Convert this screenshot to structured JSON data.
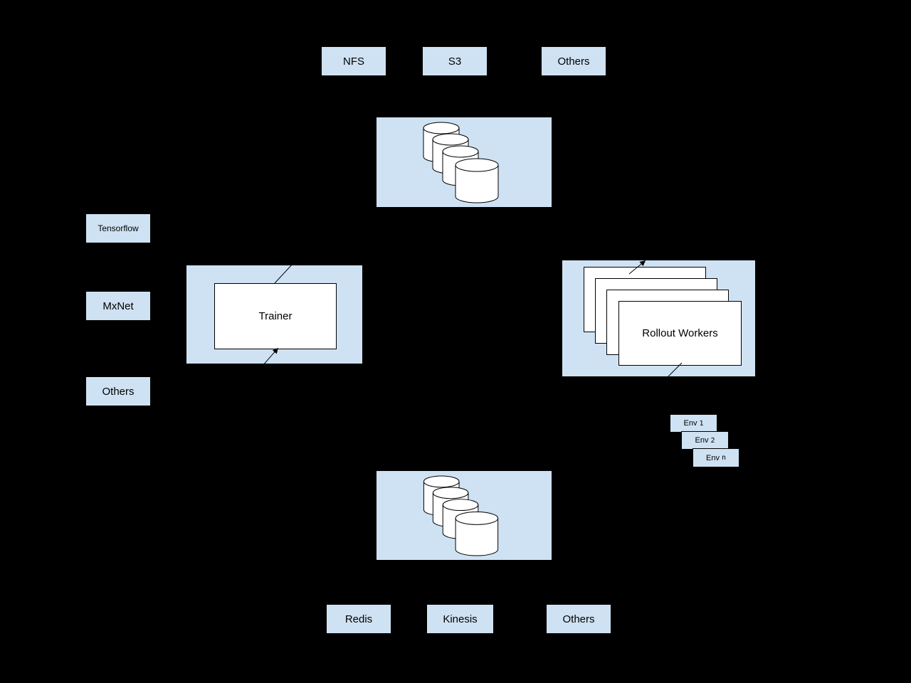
{
  "colors": {
    "background": "#000000",
    "node_fill": "#cfe2f3",
    "inner_fill": "#ffffff",
    "line": "#000000"
  },
  "top_storage_backends": {
    "items": [
      {
        "label": "NFS"
      },
      {
        "label": "S3"
      },
      {
        "label": "Others"
      }
    ]
  },
  "frameworks": {
    "items": [
      {
        "label": "Tensorflow"
      },
      {
        "label": "MxNet"
      },
      {
        "label": "Others"
      }
    ]
  },
  "trainer": {
    "label": "Trainer"
  },
  "rollout_workers": {
    "label": "Rollout Workers"
  },
  "environments": {
    "items": [
      {
        "prefix": "Env",
        "index": "1"
      },
      {
        "prefix": "Env",
        "index": "2"
      },
      {
        "prefix": "Env",
        "index": "n"
      }
    ]
  },
  "bottom_storage_backends": {
    "items": [
      {
        "label": "Redis"
      },
      {
        "label": "Kinesis"
      },
      {
        "label": "Others"
      }
    ]
  }
}
